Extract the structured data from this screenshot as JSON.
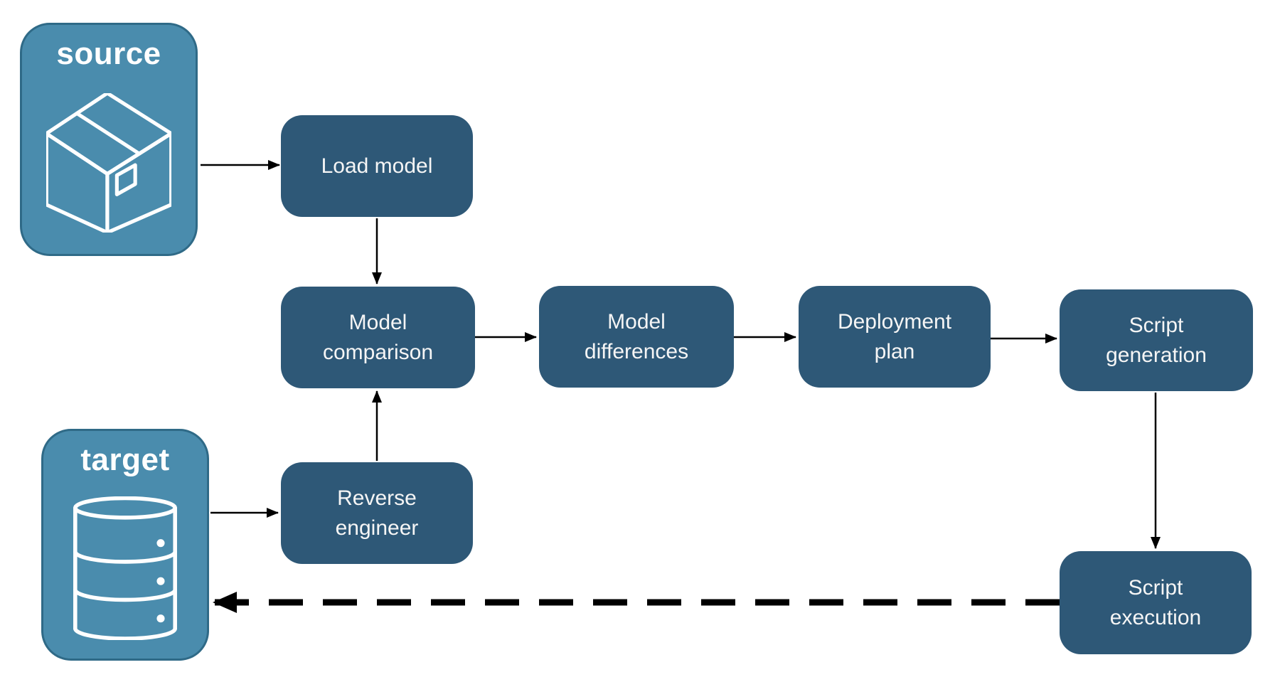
{
  "endpoints": {
    "source": {
      "label": "source",
      "icon": "package-icon"
    },
    "target": {
      "label": "target",
      "icon": "database-icon"
    }
  },
  "nodes": [
    {
      "id": "load-model",
      "label": "Load model"
    },
    {
      "id": "model-comparison",
      "label": "Model comparison"
    },
    {
      "id": "model-differences",
      "label": "Model differences"
    },
    {
      "id": "deployment-plan",
      "label": "Deployment plan"
    },
    {
      "id": "script-generation",
      "label": "Script generation"
    },
    {
      "id": "reverse-engineer",
      "label": "Reverse engineer"
    },
    {
      "id": "script-execution",
      "label": "Script execution"
    }
  ],
  "edges": [
    {
      "from": "source",
      "to": "load-model",
      "style": "solid"
    },
    {
      "from": "load-model",
      "to": "model-comparison",
      "style": "solid"
    },
    {
      "from": "model-comparison",
      "to": "model-differences",
      "style": "solid"
    },
    {
      "from": "model-differences",
      "to": "deployment-plan",
      "style": "solid"
    },
    {
      "from": "deployment-plan",
      "to": "script-generation",
      "style": "solid"
    },
    {
      "from": "script-generation",
      "to": "script-execution",
      "style": "solid"
    },
    {
      "from": "target",
      "to": "reverse-engineer",
      "style": "solid"
    },
    {
      "from": "reverse-engineer",
      "to": "model-comparison",
      "style": "solid"
    },
    {
      "from": "script-execution",
      "to": "target",
      "style": "dashed"
    }
  ],
  "colors": {
    "node_fill": "#2E5877",
    "endpoint_fill": "#4A8CAD",
    "endpoint_border": "#2F6A87",
    "node_text": "#F5F5F5",
    "endpoint_text": "#FFFFFF",
    "arrow": "#000000",
    "background": "#FFFFFF"
  }
}
